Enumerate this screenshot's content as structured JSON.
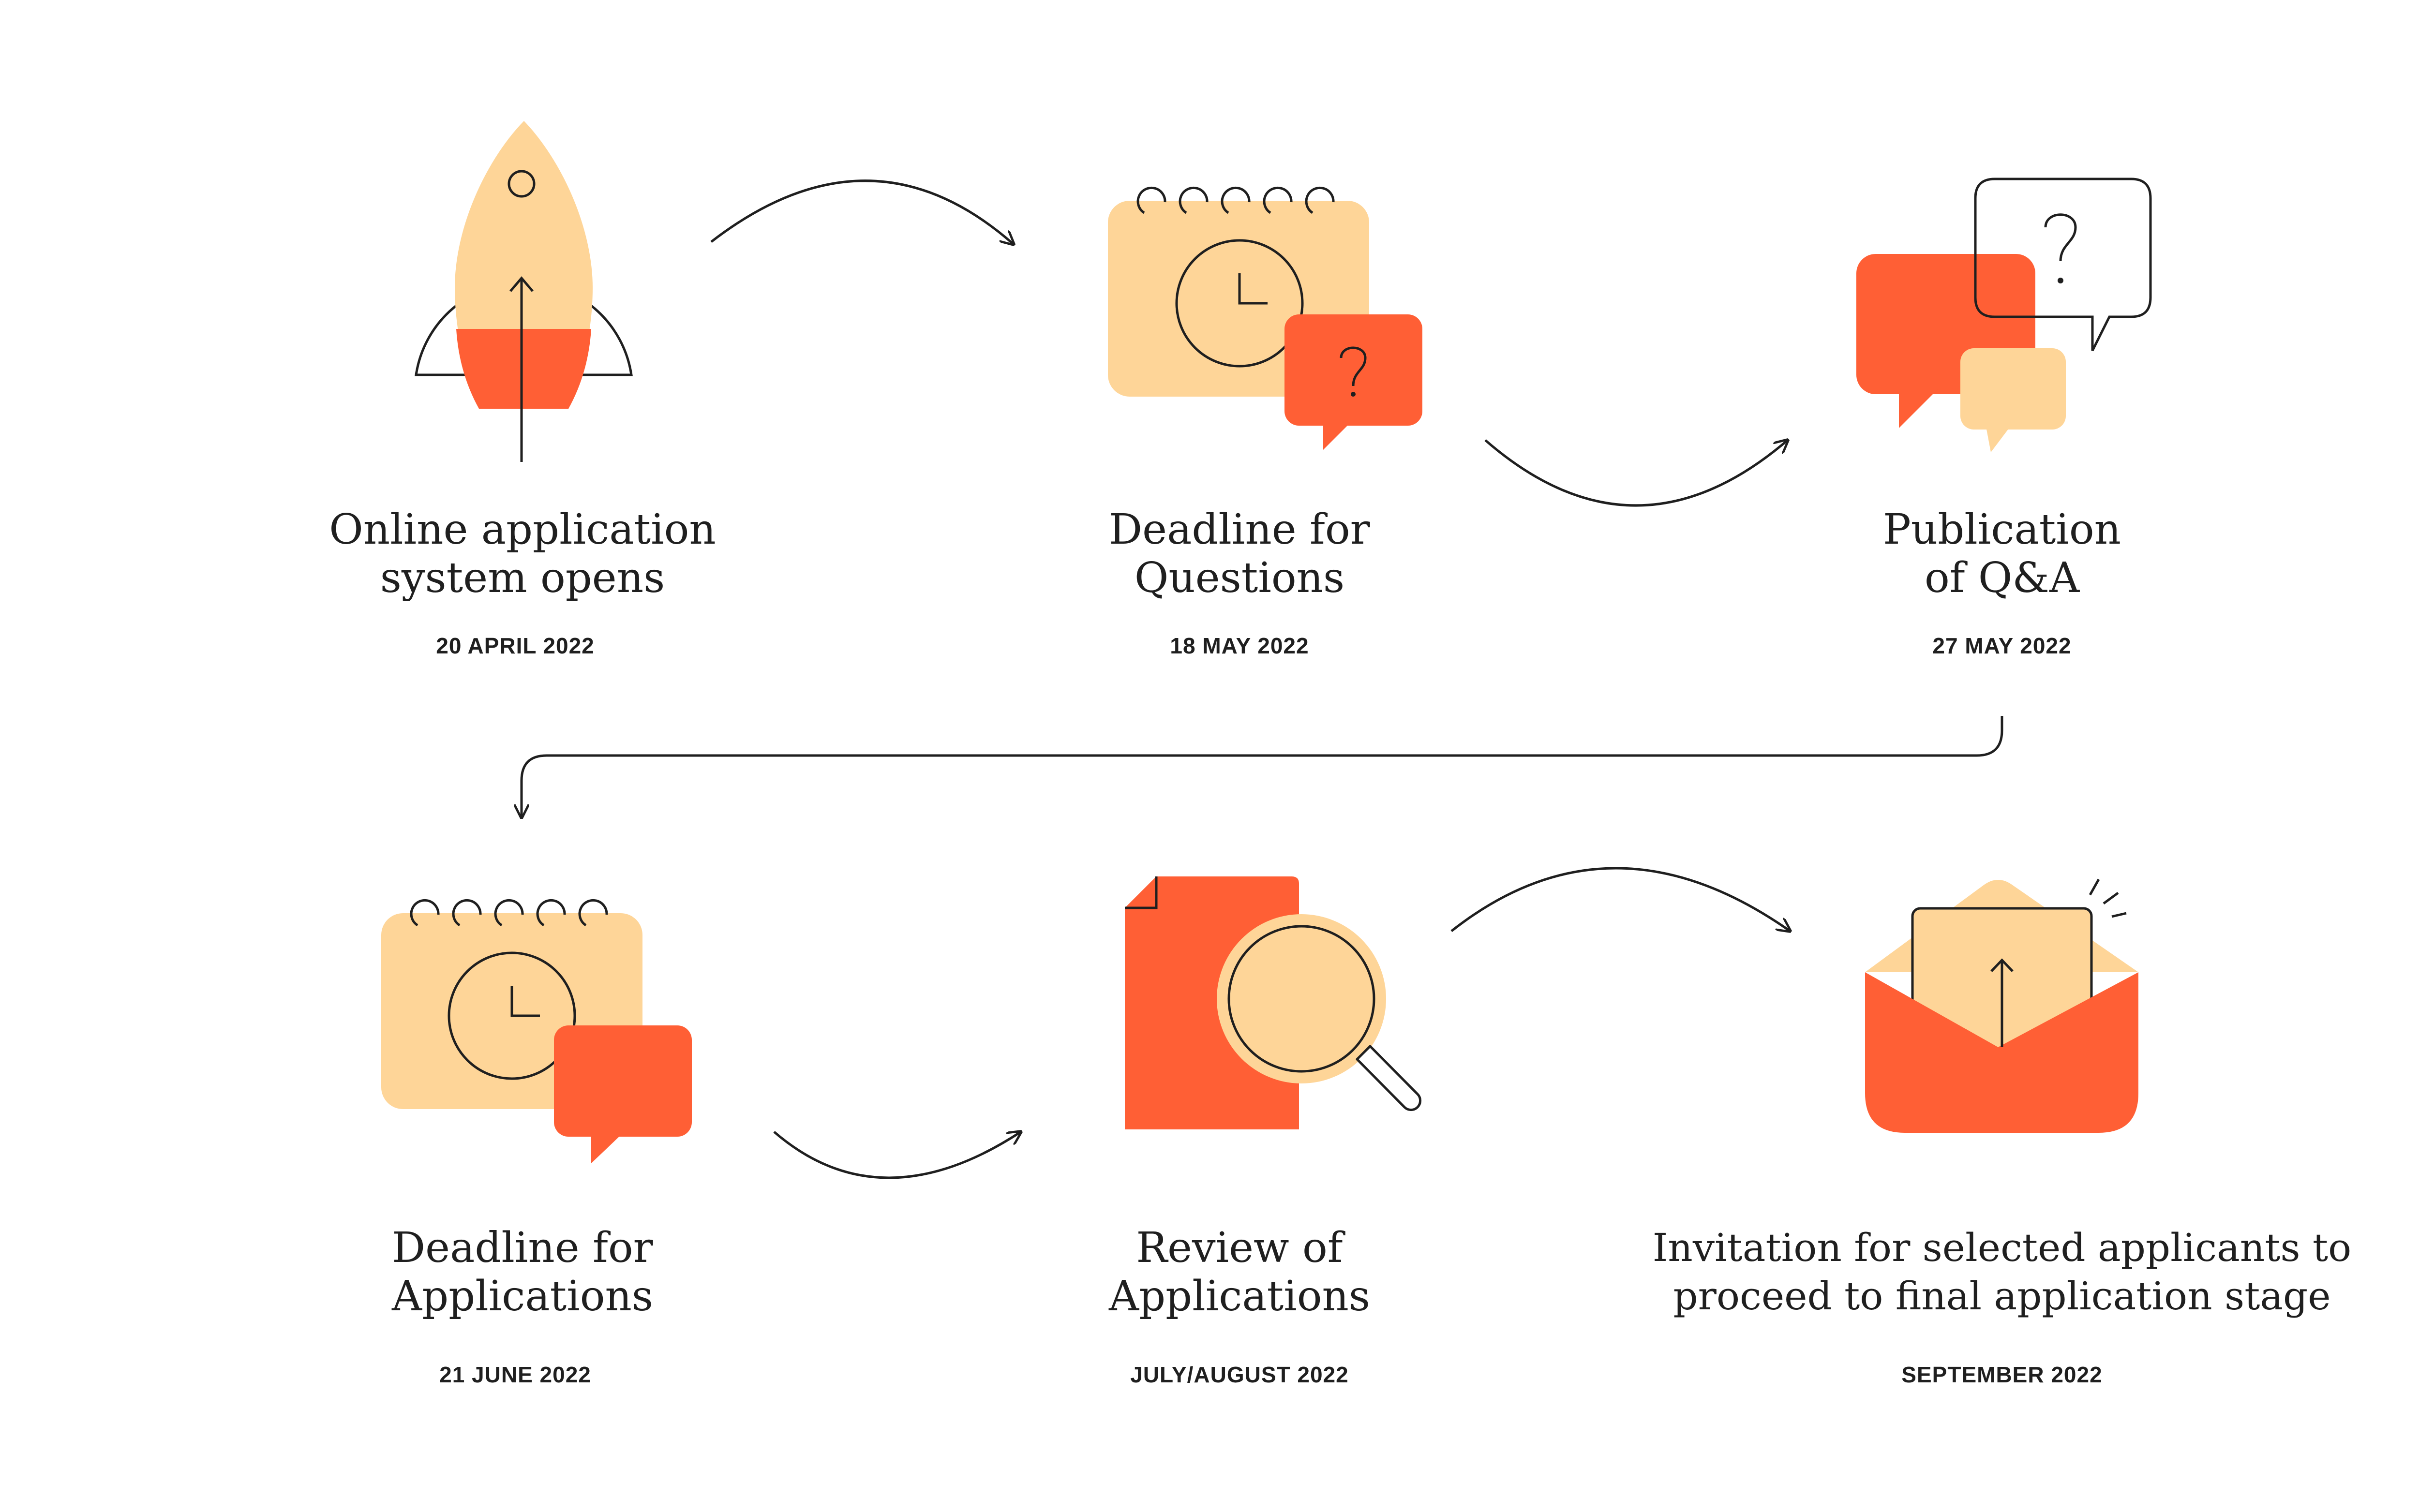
{
  "colors": {
    "peach": "#FED598",
    "orange": "#FF5F35",
    "ink": "#1f1f1f",
    "background": "#ffffff"
  },
  "steps": [
    {
      "title_lines": [
        "Online application",
        "system opens"
      ],
      "date": "20 APRIL 2022",
      "icon": "rocket-icon"
    },
    {
      "title_lines": [
        "Deadline for",
        "Questions"
      ],
      "date": "18 MAY 2022",
      "icon": "calendar-question-icon"
    },
    {
      "title_lines": [
        "Publication",
        "of Q&A"
      ],
      "date": "27 MAY 2022",
      "icon": "speech-bubbles-icon"
    },
    {
      "title_lines": [
        "Deadline for",
        "Applications"
      ],
      "date": "21 JUNE 2022",
      "icon": "calendar-chat-icon"
    },
    {
      "title_lines": [
        "Review of",
        "Applications"
      ],
      "date": "JULY/AUGUST 2022",
      "icon": "document-magnifier-icon"
    },
    {
      "title_lines": [
        "Invitation for selected applicants to",
        "proceed to final application stage"
      ],
      "date": "SEPTEMBER 2022",
      "icon": "envelope-icon"
    }
  ]
}
